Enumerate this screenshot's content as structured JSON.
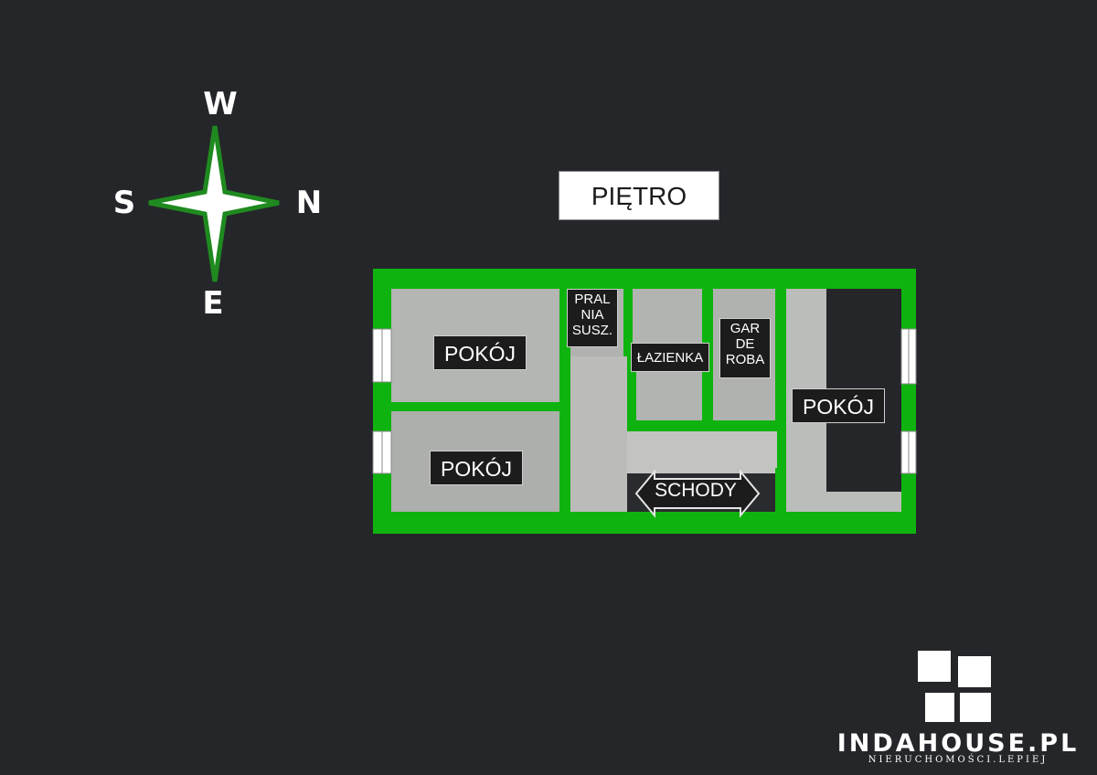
{
  "compass": {
    "top": "W",
    "left": "S",
    "right": "N",
    "bottom": "E"
  },
  "title": "PIĘTRO",
  "rooms": [
    {
      "label": "POKÓJ"
    },
    {
      "label": "POKÓJ"
    },
    {
      "label": "POKÓJ"
    },
    {
      "label": "PRAL NIA SUSZ.",
      "lines": [
        "PRAL",
        "NIA",
        "SUSZ."
      ]
    },
    {
      "label": "ŁAZIENKA"
    },
    {
      "label": "GAR DE ROBA",
      "lines": [
        "GAR",
        "DE",
        "ROBA"
      ]
    },
    {
      "label": "SCHODY"
    }
  ],
  "logo": {
    "name": "INDAHOUSE.PL",
    "tagline": "NIERUCHOMOŚCI.LEPIEJ"
  },
  "colors": {
    "background": "#25262a",
    "wall": "#0fb30f",
    "floor": "#b4b6b3",
    "compass_fill": "#ffffff",
    "compass_stroke": "#1f8a1f"
  }
}
